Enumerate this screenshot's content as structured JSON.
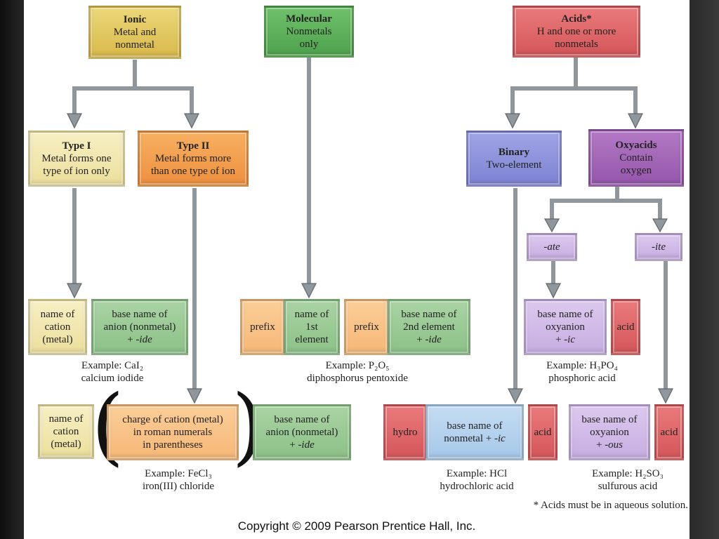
{
  "ionic": {
    "title": "Ionic",
    "line1": "Metal and",
    "line2": "nonmetal"
  },
  "molecular": {
    "title": "Molecular",
    "line1": "Nonmetals",
    "line2": "only"
  },
  "acids": {
    "title": "Acids*",
    "line1": "H and one or more",
    "line2": "nonmetals"
  },
  "type1": {
    "title": "Type I",
    "line1": "Metal forms one",
    "line2": "type of ion only"
  },
  "type2": {
    "title": "Type II",
    "line1": "Metal forms more",
    "line2": "than one type of ion"
  },
  "binary": {
    "title": "Binary",
    "line1": "Two-element"
  },
  "oxyacids": {
    "title": "Oxyacids",
    "line1": "Contain",
    "line2": "oxygen"
  },
  "ate": "-ate",
  "ite": "-ite",
  "type1_cation": {
    "l1": "name of",
    "l2": "cation",
    "l3": "(metal)"
  },
  "type1_anion": {
    "l1": "base name of",
    "l2": "anion (nonmetal)",
    "l3a": "+ ",
    "l3b": "-ide"
  },
  "type1_example": {
    "l1": "Example: CaI₂",
    "l2": "calcium iodide"
  },
  "mol_prefix1": "prefix",
  "mol_first": {
    "l1": "name of",
    "l2": "1st",
    "l3": "element"
  },
  "mol_prefix2": "prefix",
  "mol_second": {
    "l1": "base name of",
    "l2": "2nd element",
    "l3a": "+ ",
    "l3b": "-ide"
  },
  "mol_example": {
    "l1": "Example: P₂O₅",
    "l2": "diphosphorus pentoxide"
  },
  "ate_base": {
    "l1": "base name of",
    "l2": "oxyanion",
    "l3a": "+ ",
    "l3b": "-ic"
  },
  "ate_acid": "acid",
  "ate_example": {
    "l1": "Example: H₃PO₄",
    "l2": "phosphoric acid"
  },
  "type2_cation": {
    "l1": "name of",
    "l2": "cation",
    "l3": "(metal)"
  },
  "type2_charge": {
    "l1": "charge of cation (metal)",
    "l2": "in roman numerals",
    "l3": "in parentheses"
  },
  "type2_anion": {
    "l1": "base name of",
    "l2": "anion (nonmetal)",
    "l3a": "+ ",
    "l3b": "-ide"
  },
  "type2_example": {
    "l1": "Example: FeCl₃",
    "l2": "iron(III) chloride"
  },
  "bin_hydro": "hydro",
  "bin_base": {
    "l1": "base name of",
    "l2a": "nonmetal + ",
    "l2b": "-ic"
  },
  "bin_acid": "acid",
  "bin_example": {
    "l1": "Example: HCl",
    "l2": "hydrochloric acid"
  },
  "ite_base": {
    "l1": "base name of",
    "l2": "oxyanion",
    "l3a": "+ ",
    "l3b": "-ous"
  },
  "ite_acid": "acid",
  "ite_example": {
    "l1": "Example: H₂SO₃",
    "l2": "sulfurous acid"
  },
  "footnote": "* Acids must be in aqueous solution.",
  "copyright": "Copyright © 2009 Pearson Prentice Hall, Inc.",
  "colors": {
    "arrow": "#8f969c",
    "arrow_edge": "#5f666c"
  }
}
